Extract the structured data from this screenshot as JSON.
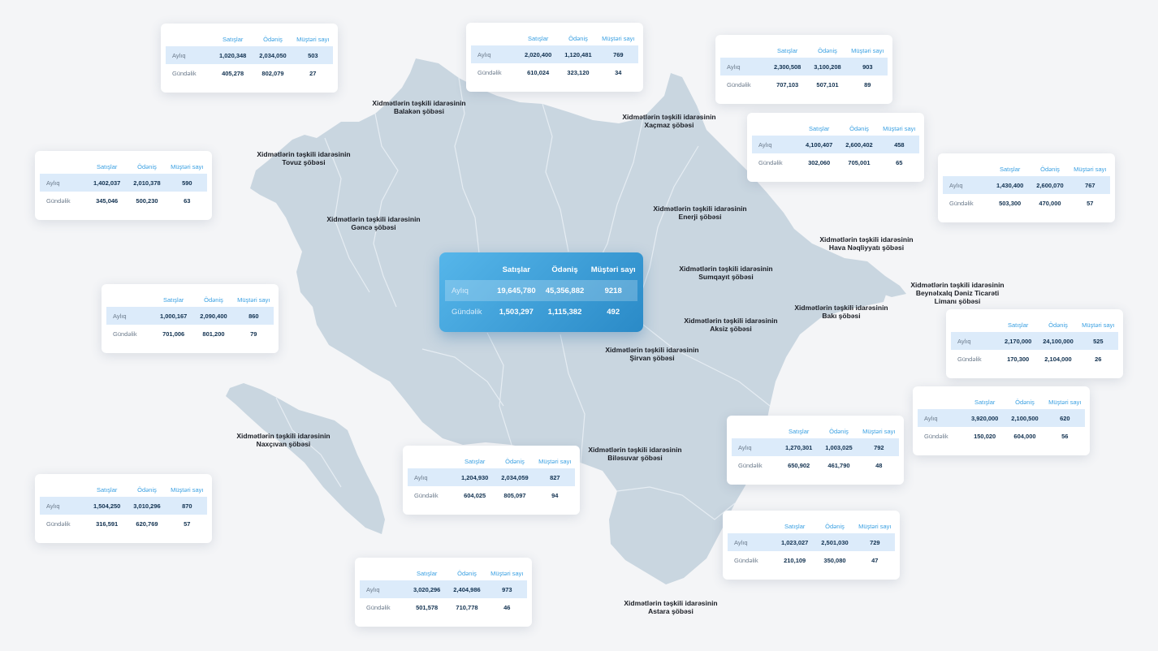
{
  "colors": {
    "background": "#f4f5f7",
    "land": "#c9d6e0",
    "table_header": "#3aa0e2",
    "row_highlight": "#dcebfa",
    "summary_gradient_start": "#56b6ea",
    "summary_gradient_end": "#2a8ac7"
  },
  "column_headers": [
    "Satışlar",
    "Ödəniş",
    "Müştəri sayı"
  ],
  "row_labels": {
    "monthly": "Aylıq",
    "daily": "Gündəlik"
  },
  "summary": {
    "monthly": [
      "19,645,780",
      "45,356,882",
      "9218"
    ],
    "daily": [
      "1,503,297",
      "1,115,382",
      "492"
    ]
  },
  "regions": [
    {
      "line1": "Xidmətlərin təşkili idarəsinin",
      "line2": "Balakən şöbəsi"
    },
    {
      "line1": "Xidmətlərin təşkili idarəsinin",
      "line2": "Xaçmaz şöbəsi"
    },
    {
      "line1": "Xidmətlərin təşkili idarəsinin",
      "line2": "Tovuz şöbəsi"
    },
    {
      "line1": "Xidmətlərin təşkili idarəsinin",
      "line2": "Gəncə şöbəsi"
    },
    {
      "line1": "Xidmətlərin təşkili idarəsinin",
      "line2": "Enerji şöbəsi"
    },
    {
      "line1": "Xidmətlərin təşkili idarəsinin",
      "line2": "Hava Nəqliyyatı şöbəsi"
    },
    {
      "line1": "Xidmətlərin təşkili idarəsinin",
      "line2": "Sumqayıt şöbəsi"
    },
    {
      "line1": "Xidmətlərin təşkili idarəsinin",
      "line2": "Beynəlxalq Dəniz Ticarəti",
      "line3": "Limanı şöbəsi"
    },
    {
      "line1": "Xidmətlərin təşkili idarəsinin",
      "line2": "Bakı şöbəsi"
    },
    {
      "line1": "Xidmətlərin təşkili idarəsinin",
      "line2": "Aksiz şöbəsi"
    },
    {
      "line1": "Xidmətlərin təşkili idarəsinin",
      "line2": "Şirvan şöbəsi"
    },
    {
      "line1": "Xidmətlərin təşkili idarəsinin",
      "line2": "Naxçıvan şöbəsi"
    },
    {
      "line1": "Xidmətlərin təşkili idarəsinin",
      "line2": "Biləsuvar şöbəsi"
    },
    {
      "line1": "Xidmətlərin təşkili idarəsinin",
      "line2": "Astara şöbəsi"
    }
  ],
  "cards": [
    {
      "monthly": [
        "1,020,348",
        "2,034,050",
        "503"
      ],
      "daily": [
        "405,278",
        "802,079",
        "27"
      ]
    },
    {
      "monthly": [
        "2,020,400",
        "1,120,481",
        "769"
      ],
      "daily": [
        "610,024",
        "323,120",
        "34"
      ]
    },
    {
      "monthly": [
        "2,300,508",
        "3,100,208",
        "903"
      ],
      "daily": [
        "707,103",
        "507,101",
        "89"
      ]
    },
    {
      "monthly": [
        "4,100,407",
        "2,600,402",
        "458"
      ],
      "daily": [
        "302,060",
        "705,001",
        "65"
      ]
    },
    {
      "monthly": [
        "1,402,037",
        "2,010,378",
        "590"
      ],
      "daily": [
        "345,046",
        "500,230",
        "63"
      ]
    },
    {
      "monthly": [
        "1,430,400",
        "2,600,070",
        "767"
      ],
      "daily": [
        "503,300",
        "470,000",
        "57"
      ]
    },
    {
      "monthly": [
        "1,000,167",
        "2,090,400",
        "860"
      ],
      "daily": [
        "701,006",
        "801,200",
        "79"
      ]
    },
    {
      "monthly": [
        "2,170,000",
        "24,100,000",
        "525"
      ],
      "daily": [
        "170,300",
        "2,104,000",
        "26"
      ]
    },
    {
      "monthly": [
        "3,920,000",
        "2,100,500",
        "620"
      ],
      "daily": [
        "150,020",
        "604,000",
        "56"
      ]
    },
    {
      "monthly": [
        "1,270,301",
        "1,003,025",
        "792"
      ],
      "daily": [
        "650,902",
        "461,790",
        "48"
      ]
    },
    {
      "monthly": [
        "1,204,930",
        "2,034,059",
        "827"
      ],
      "daily": [
        "604,025",
        "805,097",
        "94"
      ]
    },
    {
      "monthly": [
        "1,504,250",
        "3,010,296",
        "870"
      ],
      "daily": [
        "316,591",
        "620,769",
        "57"
      ]
    },
    {
      "monthly": [
        "1,023,027",
        "2,501,030",
        "729"
      ],
      "daily": [
        "210,109",
        "350,080",
        "47"
      ]
    },
    {
      "monthly": [
        "3,020,296",
        "2,404,986",
        "973"
      ],
      "daily": [
        "501,578",
        "710,778",
        "46"
      ]
    }
  ]
}
